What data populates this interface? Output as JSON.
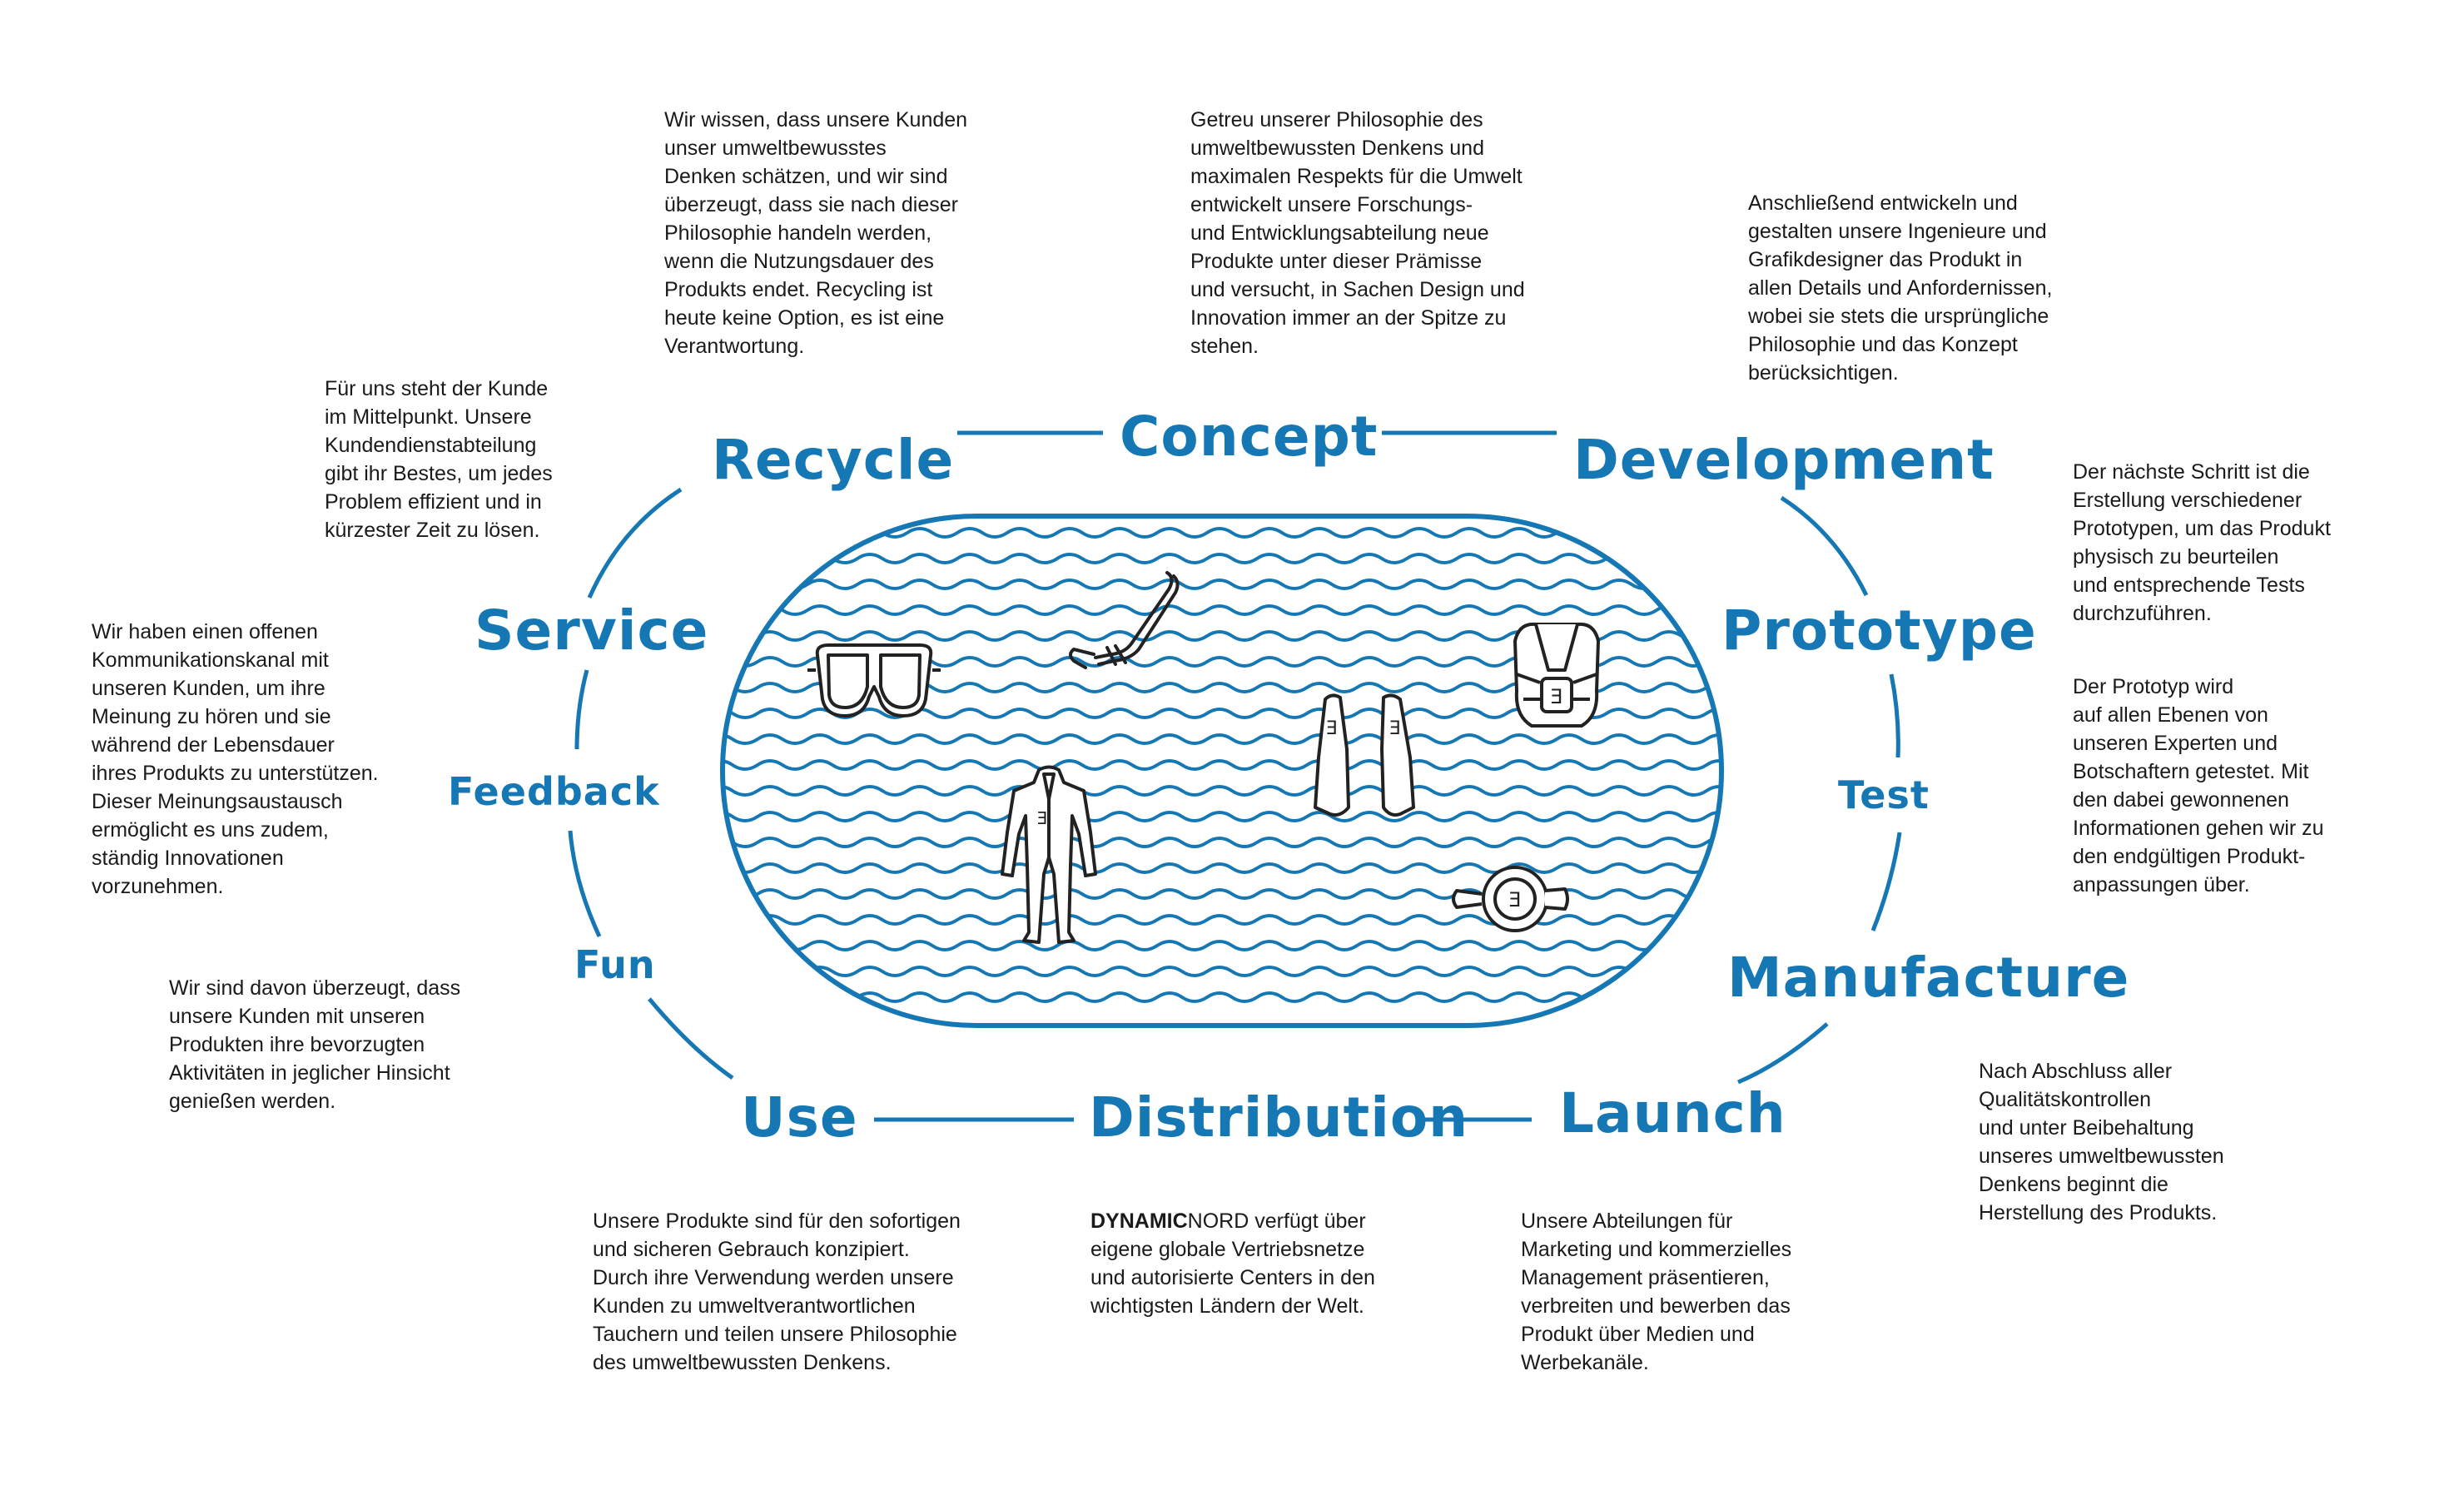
{
  "colors": {
    "accent": "#1577b4",
    "text": "#1a1a1a",
    "background": "#ffffff"
  },
  "stages": {
    "concept": "Concept",
    "development": "Development",
    "prototype": "Prototype",
    "test": "Test",
    "manufacture": "Manufacture",
    "launch": "Launch",
    "distribution": "Distribution",
    "use": "Use",
    "fun": "Fun",
    "feedback": "Feedback",
    "service": "Service",
    "recycle": "Recycle"
  },
  "descriptions": {
    "recycle": "Wir wissen, dass unsere Kunden\nunser umweltbewusstes\nDenken schätzen, und wir sind\nüberzeugt, dass sie nach dieser\nPhilosophie handeln werden,\nwenn die Nutzungsdauer des\nProdukts endet. Recycling ist\nheute keine Option, es ist eine\nVerantwortung.",
    "concept": "Getreu unserer Philosophie des\numweltbewussten Denkens und\nmaximalen Respekts für die Umwelt\nentwickelt unsere Forschungs-\nund Entwicklungsabteilung neue\nProdukte unter dieser Prämisse\nund versucht, in Sachen Design und\nInnovation immer an der Spitze zu\nstehen.",
    "development": "Anschließend entwickeln und\ngestalten unsere Ingenieure und\nGrafikdesigner das Produkt in\nallen Details und Anfordernissen,\nwobei sie stets die ursprüngliche\nPhilosophie und das Konzept\nberücksichtigen.",
    "service": "Für uns steht der Kunde\nim Mittelpunkt. Unsere\nKundendienstabteilung\ngibt ihr Bestes, um jedes\nProblem effizient und in\nkürzester Zeit zu lösen.",
    "prototype": "Der nächste Schritt ist die\nErstellung verschiedener\nPrototypen, um das Produkt\nphysisch zu beurteilen\nund entsprechende Tests\ndurchzuführen.",
    "feedback": "Wir haben einen offenen\nKommunikationskanal mit\nunseren Kunden, um ihre\nMeinung zu hören und sie\nwährend der Lebensdauer\nihres Produkts zu unterstützen.\nDieser Meinungsaustausch\nermöglicht es uns zudem,\nständig Innovationen\nvorzunehmen.",
    "test": "Der Prototyp wird\nauf allen Ebenen von\nunseren Experten und\nBotschaftern getestet. Mit\nden dabei gewonnenen\nInformationen gehen wir zu\nden endgültigen Produkt-\nanpassungen über.",
    "fun": "Wir sind davon überzeugt, dass\nunsere Kunden mit unseren\nProdukten ihre bevorzugten\nAktivitäten in jeglicher Hinsicht\ngenießen werden.",
    "manufacture": "Nach Abschluss aller\nQualitätskontrollen\nund unter Beibehaltung\nunseres umweltbewussten\nDenkens beginnt die\nHerstellung des Produkts.",
    "use": "Unsere Produkte sind für den sofortigen\nund sicheren Gebrauch konzipiert.\nDurch ihre Verwendung werden unsere\nKunden zu umweltverantwortlichen\nTauchern und teilen unsere Philosophie\ndes umweltbewussten Denkens.",
    "distribution_brand_bold": "DYNAMIC",
    "distribution_brand_rest": "NORD",
    "distribution": " verfügt über\neigene globale Vertriebsnetze\nund autorisierte Centers in den\nwichtigsten Ländern der Welt.",
    "launch": "Unsere Abteilungen für\nMarketing und kommerzielles\nManagement präsentieren,\nverbreiten und bewerben das\nProdukt über Medien und\nWerbekanäle."
  },
  "icons": [
    "diving-mask-icon",
    "snorkel-icon",
    "bcd-vest-icon",
    "fins-icon",
    "wetsuit-icon",
    "regulator-gauge-icon"
  ]
}
